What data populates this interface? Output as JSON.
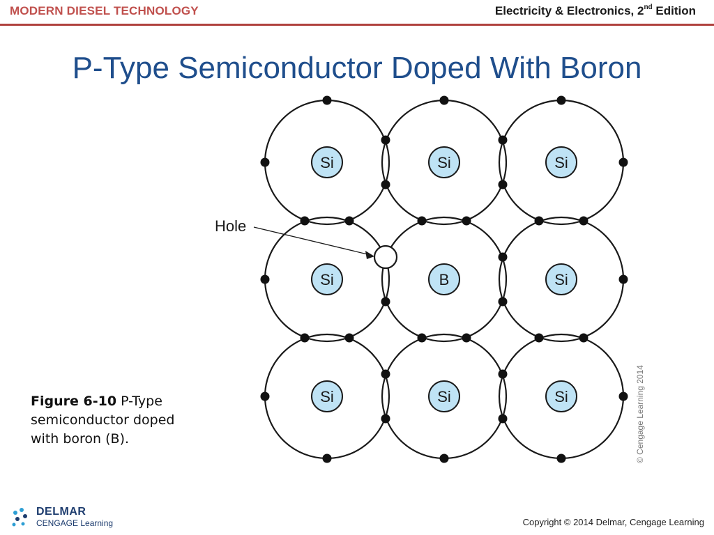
{
  "header": {
    "left_brand": "MODERN DIESEL TECHNOLOGY",
    "right_title_main": "Electricity & Electronics, 2",
    "right_title_sup": "nd",
    "right_title_tail": " Edition"
  },
  "slide": {
    "title": "P-Type Semiconductor Doped With Boron"
  },
  "diagram": {
    "atoms": [
      [
        "Si",
        "Si",
        "Si"
      ],
      [
        "Si",
        "B",
        "Si"
      ],
      [
        "Si",
        "Si",
        "Si"
      ]
    ],
    "hole_label": "Hole",
    "image_credit": "© Cengage Learning 2014"
  },
  "caption": {
    "label": "Figure 6-10",
    "text": " P-Type semiconductor doped with boron (B)."
  },
  "footer": {
    "logo_name": "DELMAR",
    "logo_sub": "CENGAGE Learning",
    "copyright": "Copyright © 2014 Delmar, Cengage Learning"
  },
  "colors": {
    "brand_red": "#c0504d",
    "title_blue": "#1f4e8c",
    "atom_fill": "#bfe3f5"
  }
}
